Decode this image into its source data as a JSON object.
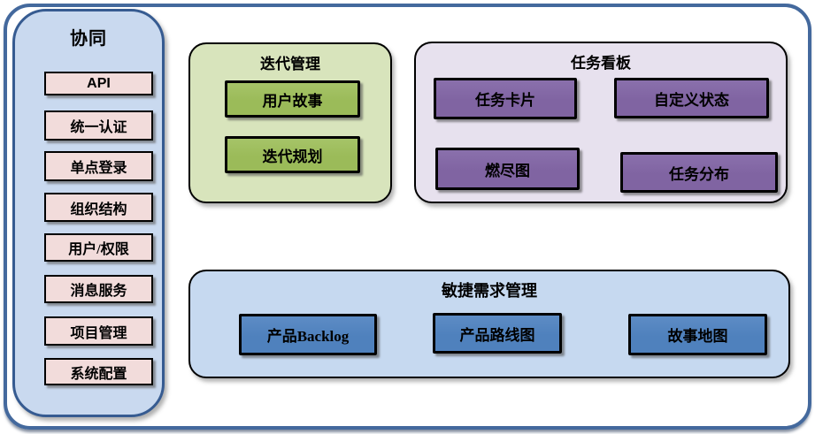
{
  "sidebar": {
    "title": "协同",
    "items": [
      "API",
      "统一认证",
      "单点登录",
      "组织结构",
      "用户/权限",
      "消息服务",
      "项目管理",
      "系统配置"
    ]
  },
  "sections": {
    "iteration": {
      "title": "迭代管理",
      "items": [
        "用户故事",
        "迭代规划"
      ]
    },
    "taskboard": {
      "title": "任务看板",
      "items": [
        "任务卡片",
        "自定义状态",
        "燃尽图",
        "任务分布"
      ]
    },
    "requirements": {
      "title": "敏捷需求管理",
      "items": [
        "产品Backlog",
        "产品路线图",
        "故事地图"
      ]
    }
  },
  "colors": {
    "outer_frame_border": "#44699d",
    "sidebar_fill": "#c9d9ef",
    "sidebar_border": "#365b91",
    "sidebar_item_fill": "#f2dcdb",
    "iteration_section_fill": "#d8e4bc",
    "iteration_box_fill": "#9bbb59",
    "taskboard_section_fill": "#e7e1ee",
    "taskboard_box_fill": "#8064a2",
    "requirements_section_fill": "#c6d9f0",
    "requirements_box_fill": "#4f81bd",
    "box_border": "#000000",
    "text": "#000000"
  }
}
